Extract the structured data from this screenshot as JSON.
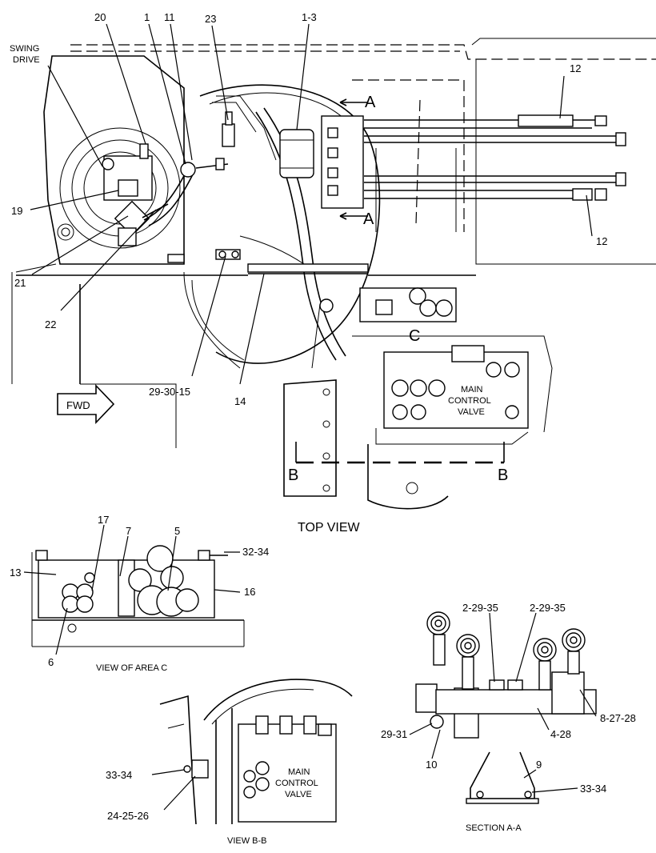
{
  "callouts": {
    "c20": "20",
    "c1": "1",
    "c11": "11",
    "c23": "23",
    "c1_3": "1-3",
    "c12_top": "12",
    "c12_bot": "12",
    "c19": "19",
    "c21": "21",
    "c22": "22",
    "c29_30_15": "29-30-15",
    "c14": "14",
    "c17": "17",
    "c7": "7",
    "c5": "5",
    "c32_34": "32-34",
    "c13": "13",
    "c16": "16",
    "c6": "6",
    "c2_29_35_a": "2-29-35",
    "c2_29_35_b": "2-29-35",
    "c8_27_28": "8-27-28",
    "c29_31": "29-31",
    "c4_28": "4-28",
    "c10": "10",
    "c9": "9",
    "c33_34_sec": "33-34",
    "c33_34_bb": "33-34",
    "c24_25_26": "24-25-26"
  },
  "labels": {
    "swing_drive_1": "SWING",
    "swing_drive_2": "DRIVE",
    "fwd": "FWD",
    "main_cv_top_1": "MAIN",
    "main_cv_top_2": "CONTROL",
    "main_cv_top_3": "VALVE",
    "main_cv_bb_1": "MAIN",
    "main_cv_bb_2": "CONTROL",
    "main_cv_bb_3": "VALVE",
    "section_a_top": "A",
    "section_a_bot": "A",
    "section_b_left": "B",
    "section_b_right": "B",
    "section_c": "C"
  },
  "captions": {
    "top_view": "TOP VIEW",
    "view_area_c": "VIEW OF AREA C",
    "view_b_b": "VIEW B-B",
    "section_a_a": "SECTION A-A"
  }
}
